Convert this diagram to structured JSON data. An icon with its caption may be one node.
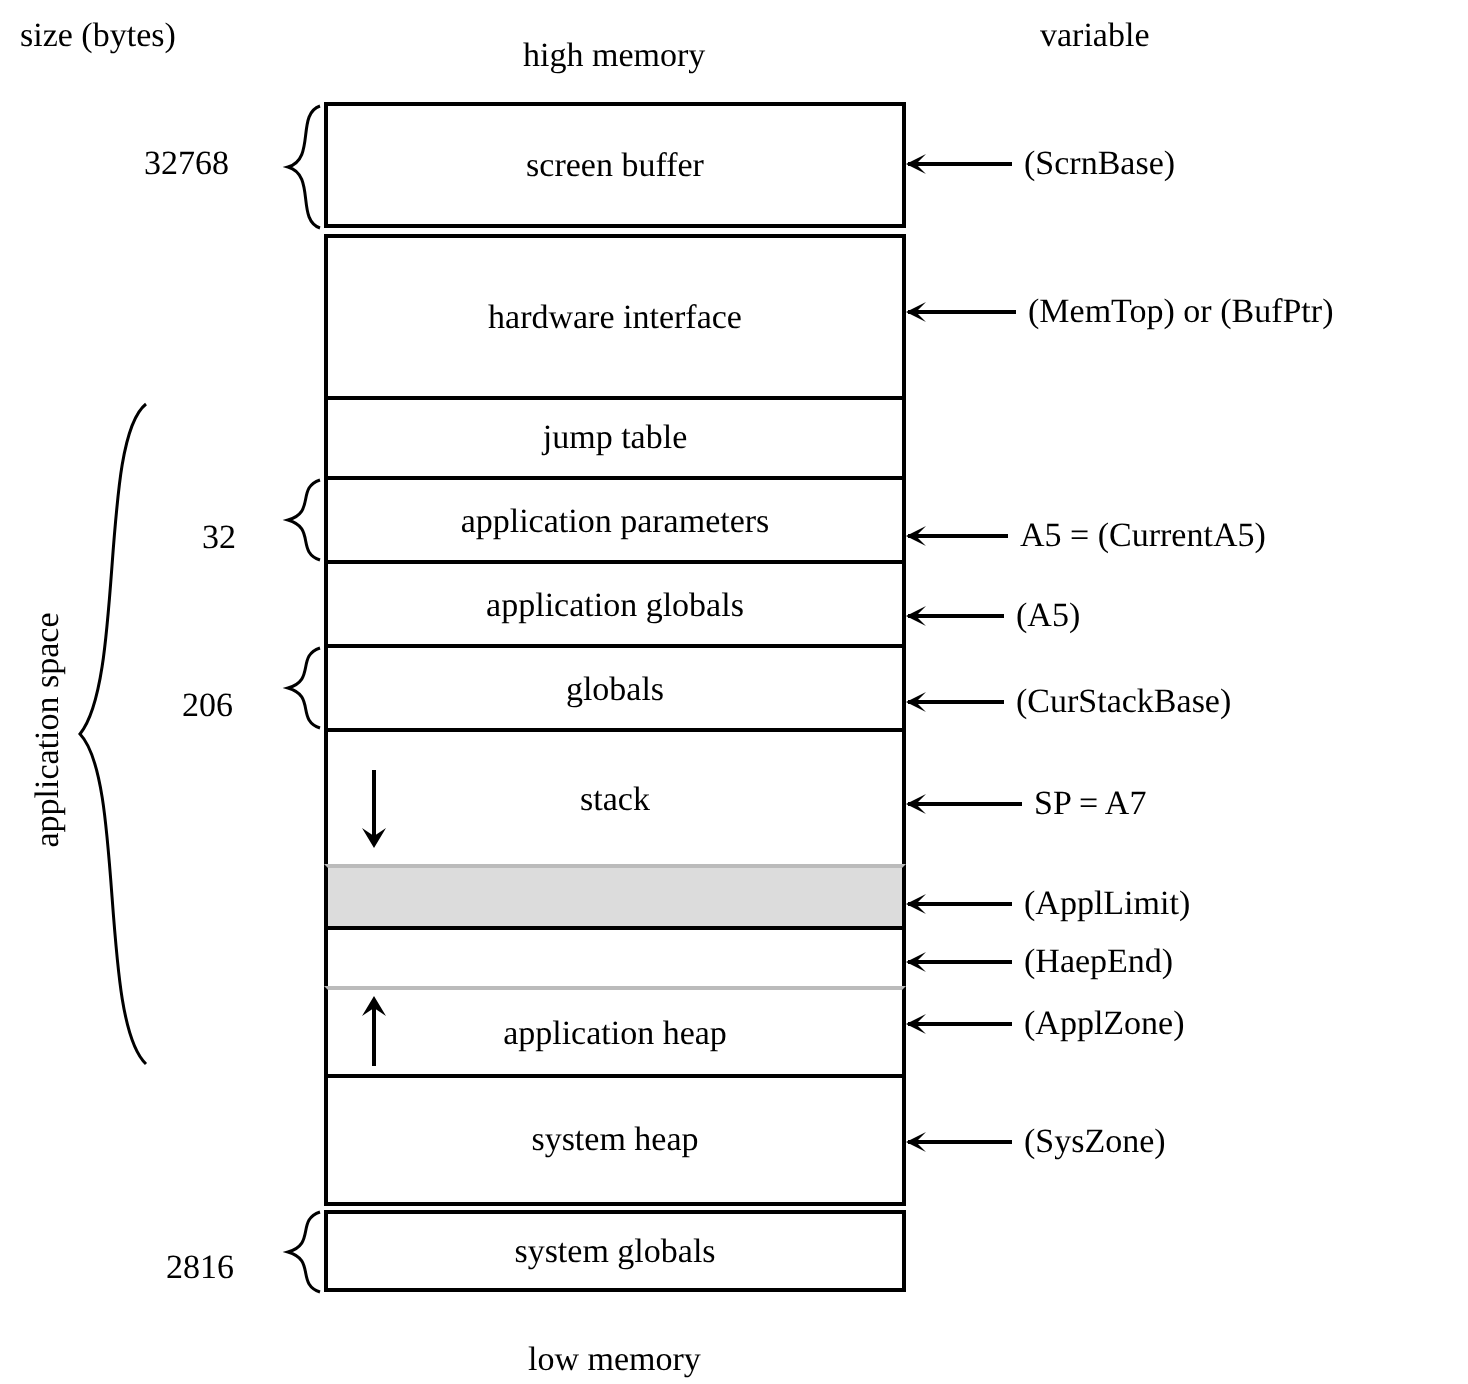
{
  "diagram": {
    "nodes": [
      {
        "text": [
          "screen buffer"
        ]
      },
      {
        "text": [
          "hardware interface"
        ]
      },
      {
        "text": [
          "jump table"
        ]
      },
      {
        "text": [
          "application parameters"
        ]
      },
      {
        "text": [
          "application globals"
        ]
      },
      {
        "text": [
          "globals"
        ]
      },
      {
        "text": [
          "stack"
        ]
      },
      {
        "text": [],
        "shape": "box"
      },
      {
        "text": [],
        "shape": "box"
      },
      {
        "text": [
          "application heap"
        ]
      },
      {
        "text": [
          "system heap"
        ]
      },
      {
        "text": [
          "system globals"
        ]
      },
      {
        "text": [
          "(ScrnBase)"
        ]
      },
      {
        "text": [
          "(MemTop) or (BufPtr)"
        ]
      },
      {
        "text": [
          "A5 = (CurrentA5)"
        ]
      },
      {
        "text": [
          "(A5)"
        ]
      },
      {
        "text": [
          "(CurStackBase)"
        ]
      },
      {
        "text": [
          "SP = A7"
        ]
      },
      {
        "text": [
          "(ApplLimit)"
        ]
      },
      {
        "text": [
          "(HaepEnd)"
        ]
      },
      {
        "text": [
          "(ApplZone)"
        ]
      },
      {
        "text": [
          "(SysZone)"
        ]
      }
    ],
    "edges": [
      {
        "from": 12,
        "to": 0,
        "arrow": "to"
      },
      {
        "from": 13,
        "to": 1,
        "arrow": "to"
      },
      {
        "from": 14,
        "to": 3,
        "arrow": "to"
      },
      {
        "from": 15,
        "to": 4,
        "arrow": "to"
      },
      {
        "from": 16,
        "to": 5,
        "arrow": "to"
      },
      {
        "from": 17,
        "to": 6,
        "arrow": "to"
      },
      {
        "from": 18,
        "to": 7,
        "arrow": "to"
      },
      {
        "from": 19,
        "to": 8,
        "arrow": "to"
      },
      {
        "from": 20,
        "to": 9,
        "arrow": "to"
      },
      {
        "from": 21,
        "to": 10,
        "arrow": "to"
      }
    ],
    "labels": [
      "size (bytes)",
      "high memory",
      "variable",
      "32768",
      "application space",
      "32",
      "206",
      "2816",
      "low memory"
    ]
  }
}
